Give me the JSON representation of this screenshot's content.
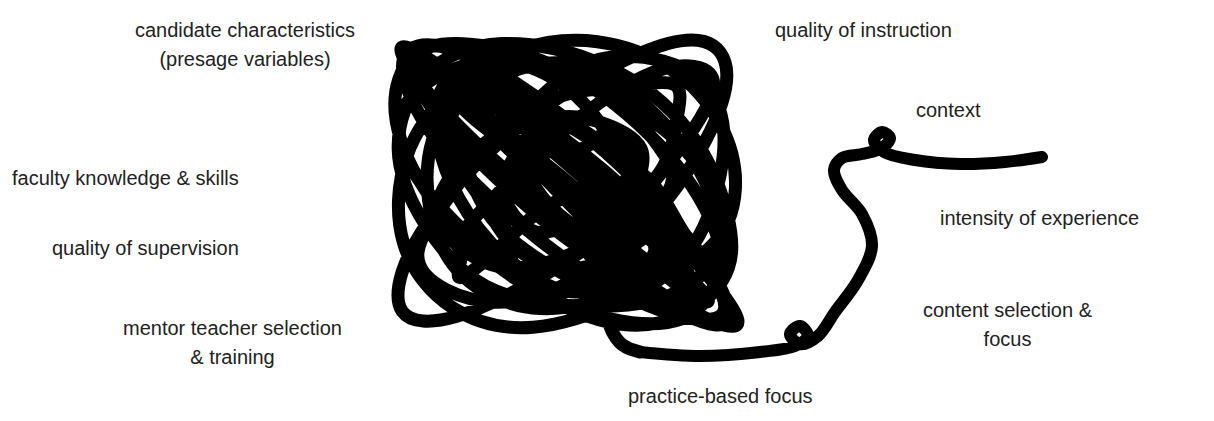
{
  "diagram": {
    "labels": [
      "candidate characteristics (presage variables)",
      "quality of instruction",
      "context",
      "faculty knowledge & skills",
      "intensity of experience",
      "quality of supervision",
      "content selection & focus",
      "mentor teacher selection & training",
      "practice-based focus"
    ]
  }
}
